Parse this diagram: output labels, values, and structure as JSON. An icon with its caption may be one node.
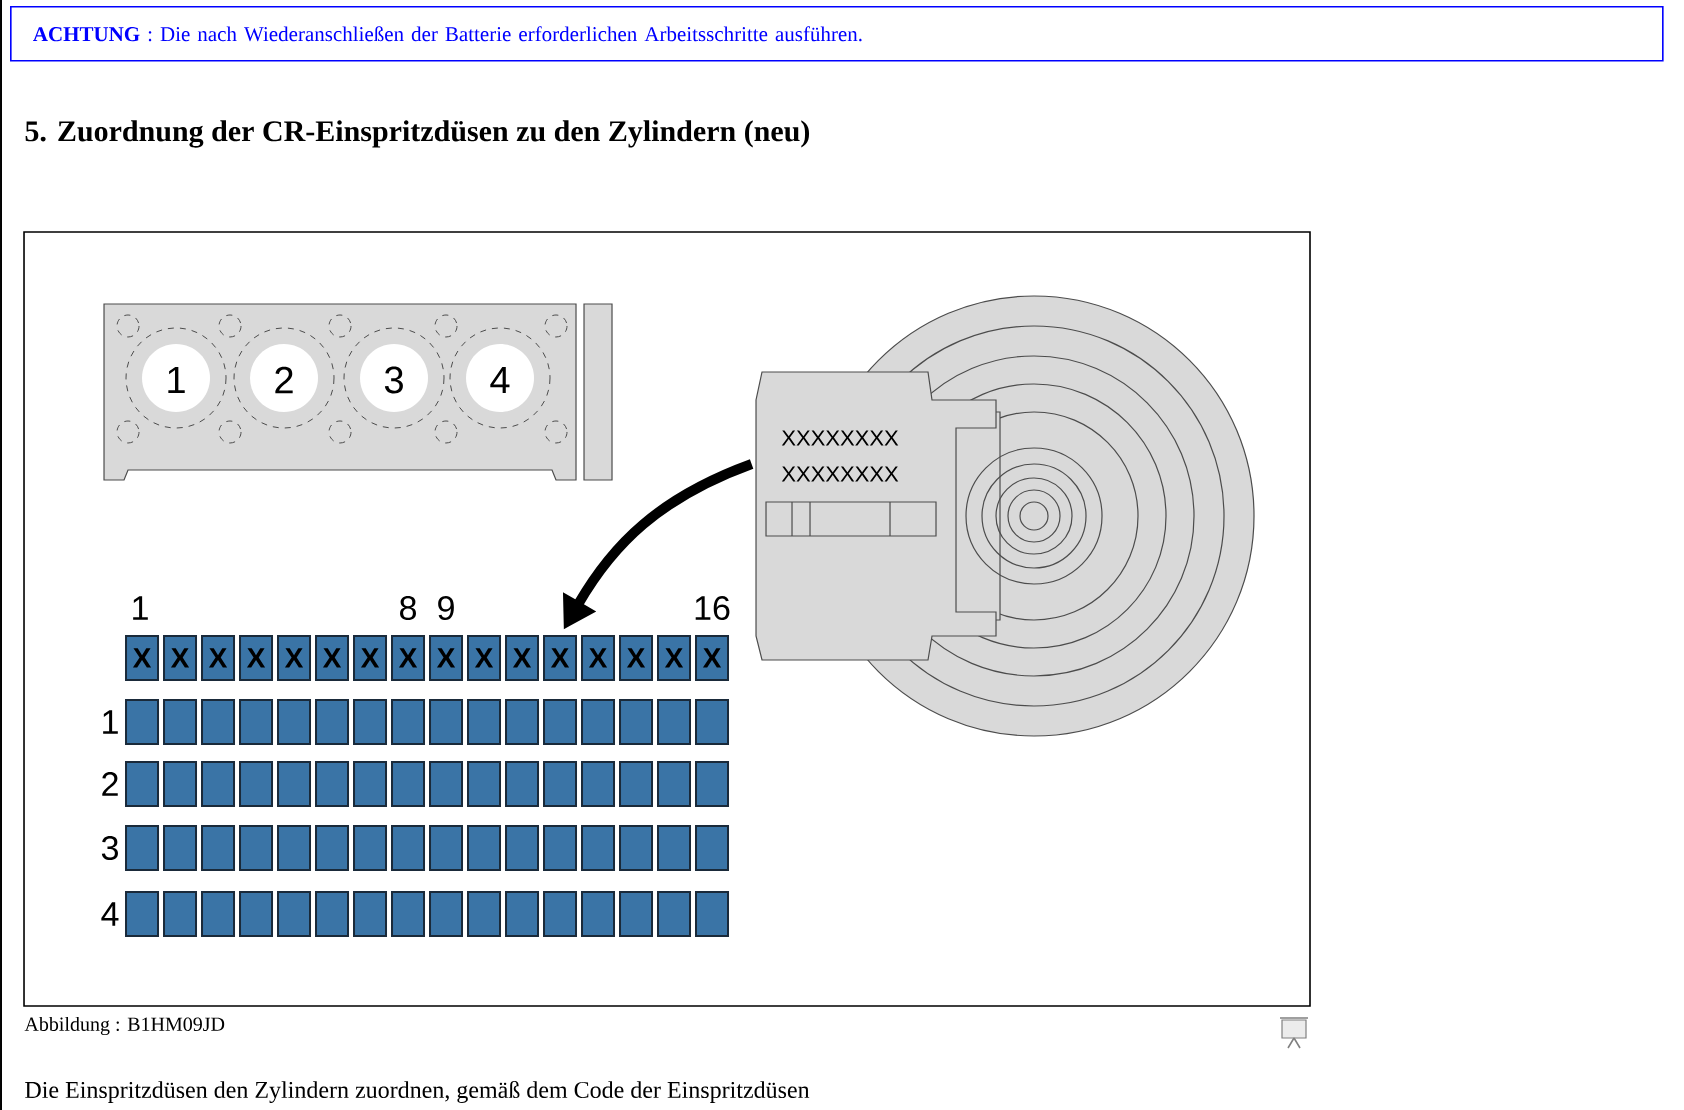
{
  "diagram": {
    "title": "5. Zuordnung der CR-Einspritzdüsen zu den Zylindern (neu)",
    "caption": "Abbildung : B1HM09JD",
    "nodes": [
      {
        "text": [
          "**ACHTUNG** : Die nach Wiederanschließen der Batterie erforderlichen Arbeitsschritte ausführen."
        ]
      },
      {
        "text": [],
        "shape": "picture"
      },
      {
        "text": [],
        "shape": "bar"
      }
    ],
    "edges": [
      {
        "from": 1,
        "to": 2,
        "arrow": "to"
      }
    ],
    "labels": [
      "1",
      "2",
      "3",
      "4",
      "XXXXXXXX",
      "XXXXXXXX",
      "1",
      "8",
      "9",
      "16",
      "X",
      "X",
      "X",
      "X",
      "X",
      "X",
      "X",
      "X",
      "X",
      "X",
      "X",
      "X",
      "X",
      "X",
      "X",
      "X",
      "1",
      "2",
      "3",
      "4",
      "Die Einspritzdüsen den Zylindern zuordnen, gemäß dem Code der Einspritzdüsen"
    ]
  }
}
